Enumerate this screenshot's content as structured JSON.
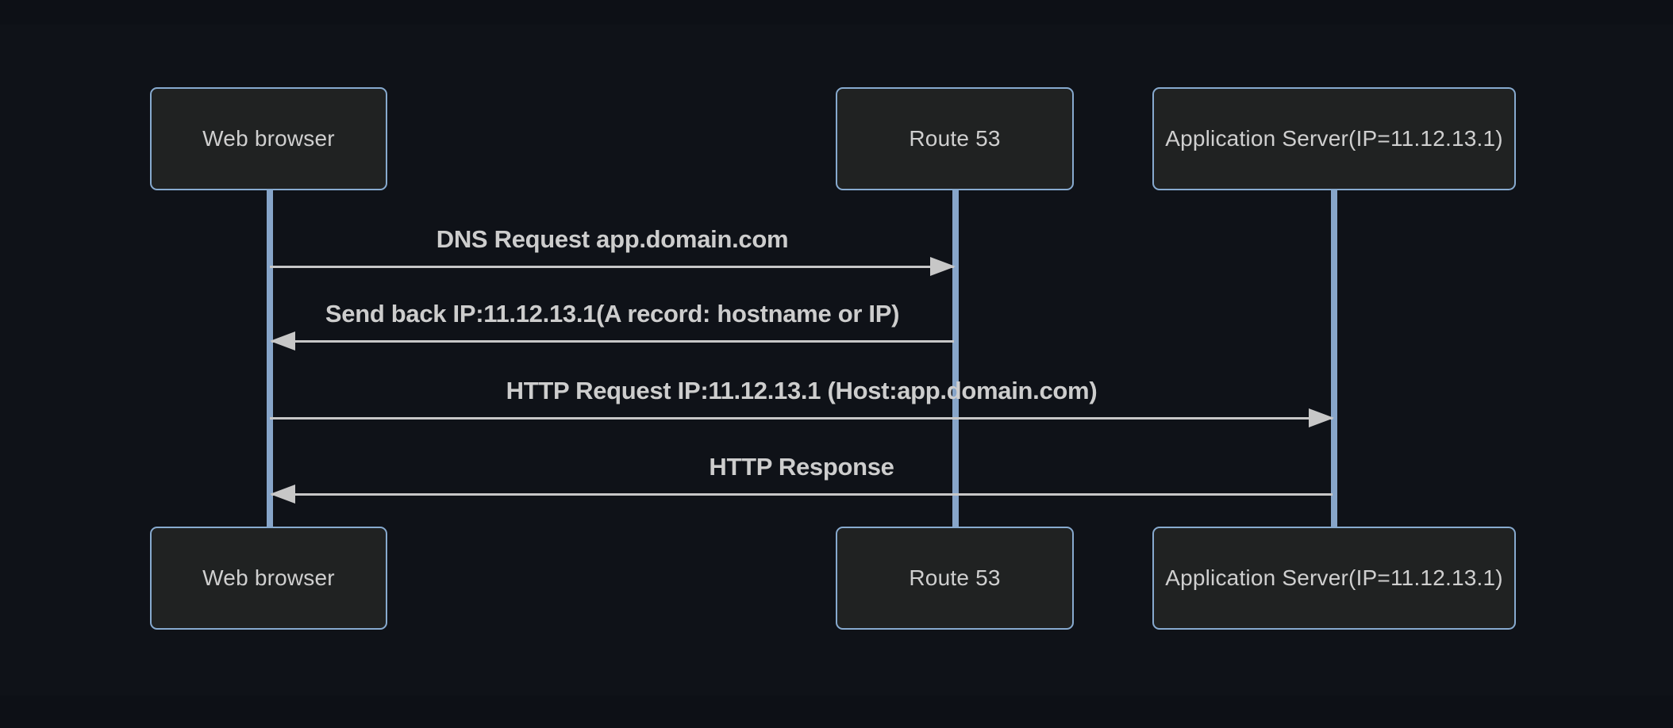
{
  "diagram": {
    "type": "sequence-diagram",
    "theme": {
      "background": "#0d1016",
      "actor_fill": "#202222",
      "actor_border": "#87aacf",
      "actor_text": "#cfcfcf",
      "lifeline_color": "#87a5c9",
      "signal_line_color": "#c7c7c7",
      "signal_text_color": "#cdcdcd"
    },
    "actors": [
      {
        "id": "web-browser",
        "label": "Web browser"
      },
      {
        "id": "route-53",
        "label": "Route 53"
      },
      {
        "id": "app-server",
        "label": "Application Server(IP=11.12.13.1)"
      }
    ],
    "messages": [
      {
        "from": "web-browser",
        "to": "route-53",
        "direction": "right",
        "label": "DNS Request app.domain.com"
      },
      {
        "from": "route-53",
        "to": "web-browser",
        "direction": "left",
        "label": "Send back IP:11.12.13.1(A record: hostname or IP)"
      },
      {
        "from": "web-browser",
        "to": "app-server",
        "direction": "right",
        "label": "HTTP Request IP:11.12.13.1 (Host:app.domain.com)"
      },
      {
        "from": "app-server",
        "to": "web-browser",
        "direction": "left",
        "label": "HTTP Response"
      }
    ]
  }
}
